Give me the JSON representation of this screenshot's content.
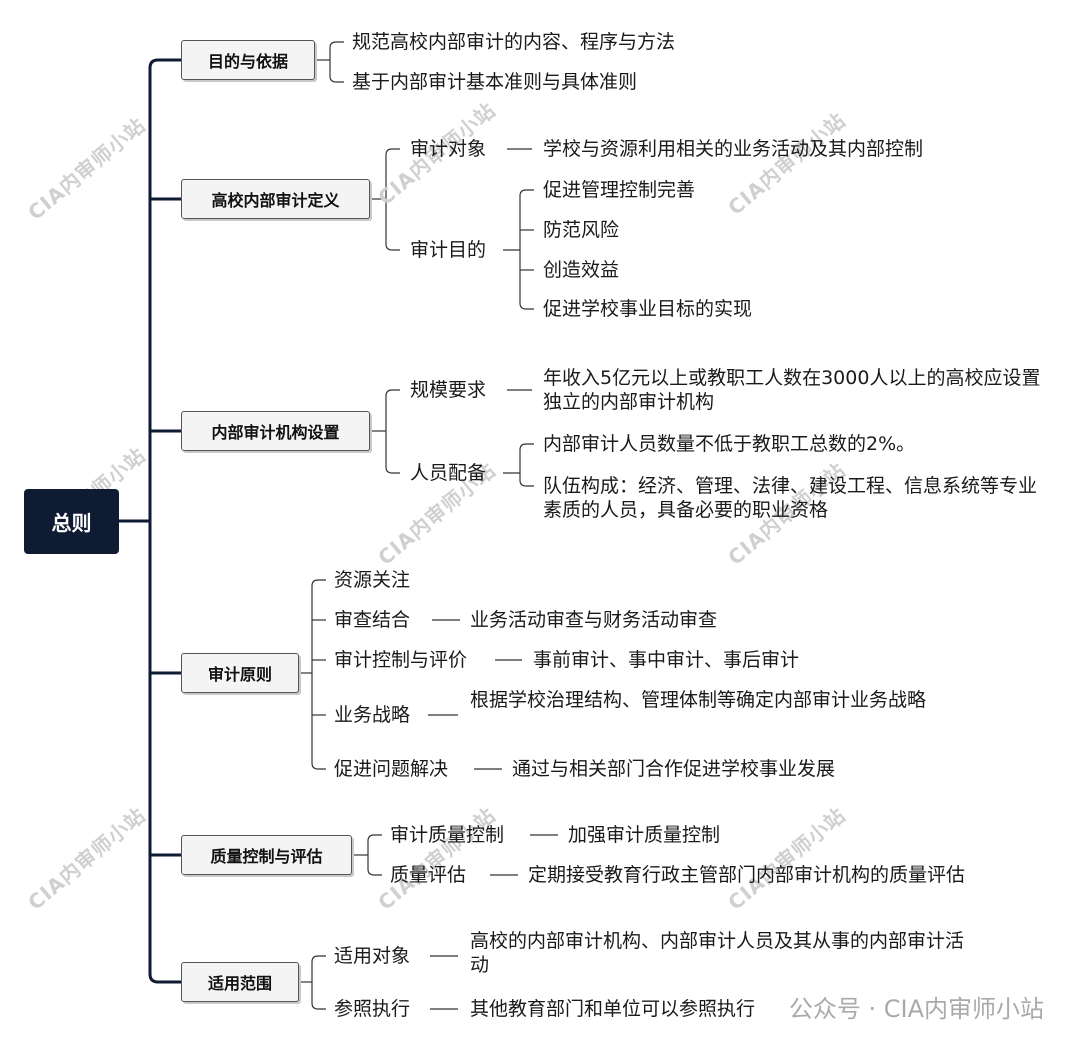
{
  "root": "总则",
  "watermark": "CIA内审师小站",
  "footer": "公众号 · CIA内审师小站",
  "branches": [
    {
      "label": "目的与依据",
      "items": [
        "规范高校内部审计的内容、程序与方法",
        "基于内部审计基本准则与具体准则"
      ]
    },
    {
      "label": "高校内部审计定义",
      "items": [
        {
          "label": "审计对象",
          "detail": "学校与资源利用相关的业务活动及其内部控制"
        },
        {
          "label": "审计目的",
          "children": [
            "促进管理控制完善",
            "防范风险",
            "创造效益",
            "促进学校事业目标的实现"
          ]
        }
      ]
    },
    {
      "label": "内部审计机构设置",
      "items": [
        {
          "label": "规模要求",
          "detail": "年收入5亿元以上或教职工人数在3000人以上的高校应设置独立的内部审计机构"
        },
        {
          "label": "人员配备",
          "children": [
            "内部审计人员数量不低于教职工总数的2%。",
            "队伍构成：经济、管理、法律、建设工程、信息系统等专业素质的人员，具备必要的职业资格"
          ]
        }
      ]
    },
    {
      "label": "审计原则",
      "items": [
        {
          "label": "资源关注"
        },
        {
          "label": "审查结合",
          "detail": "业务活动审查与财务活动审查"
        },
        {
          "label": "审计控制与评价",
          "detail": "事前审计、事中审计、事后审计"
        },
        {
          "label": "业务战略",
          "detail": "根据学校治理结构、管理体制等确定内部审计业务战略"
        },
        {
          "label": "促进问题解决",
          "detail": "通过与相关部门合作促进学校事业发展"
        }
      ]
    },
    {
      "label": "质量控制与评估",
      "items": [
        {
          "label": "审计质量控制",
          "detail": "加强审计质量控制"
        },
        {
          "label": "质量评估",
          "detail": "定期接受教育行政主管部门内部审计机构的质量评估"
        }
      ]
    },
    {
      "label": "适用范围",
      "items": [
        {
          "label": "适用对象",
          "detail": "高校的内部审计机构、内部审计人员及其从事的内部审计活动"
        },
        {
          "label": "参照执行",
          "detail": "其他教育部门和单位可以参照执行"
        }
      ]
    }
  ]
}
